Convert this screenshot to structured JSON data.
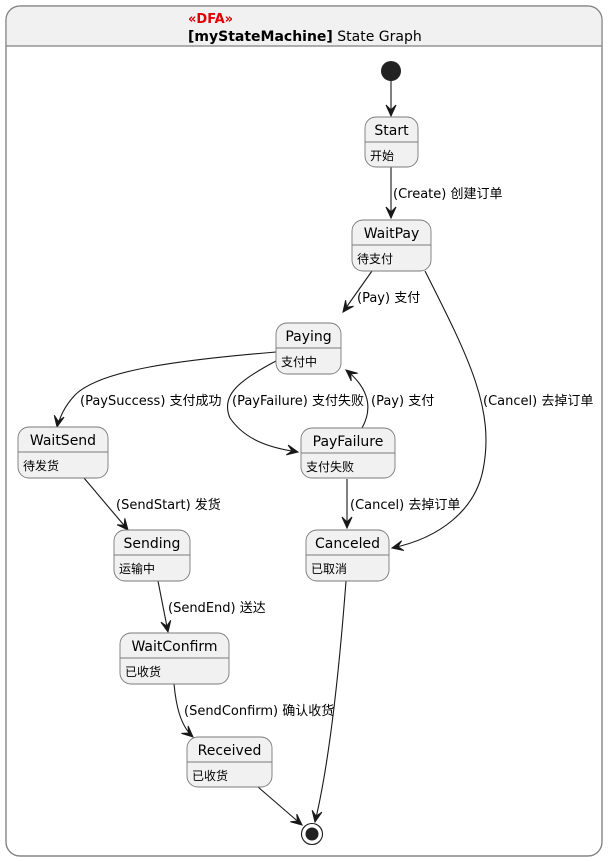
{
  "header": {
    "stereotype": "«DFA»",
    "machine_name": "[myStateMachine]",
    "title_suffix": " State Graph"
  },
  "colors": {
    "stereotype": "#e00000",
    "state_fill": "#f1f1f1",
    "header_fill": "#f1f1f1",
    "edge": "#181818",
    "border": "#818181"
  },
  "states": [
    {
      "id": "Start",
      "name": "Start",
      "desc": "开始"
    },
    {
      "id": "WaitPay",
      "name": "WaitPay",
      "desc": "待支付"
    },
    {
      "id": "Paying",
      "name": "Paying",
      "desc": "支付中"
    },
    {
      "id": "WaitSend",
      "name": "WaitSend",
      "desc": "待发货"
    },
    {
      "id": "PayFailure",
      "name": "PayFailure",
      "desc": "支付失败"
    },
    {
      "id": "Sending",
      "name": "Sending",
      "desc": "运输中"
    },
    {
      "id": "Canceled",
      "name": "Canceled",
      "desc": "已取消"
    },
    {
      "id": "WaitConfirm",
      "name": "WaitConfirm",
      "desc": "已收货"
    },
    {
      "id": "Received",
      "name": "Received",
      "desc": "已收货"
    }
  ],
  "transitions": [
    {
      "from": "[*]",
      "to": "Start",
      "label": ""
    },
    {
      "from": "Start",
      "to": "WaitPay",
      "label": "(Create) 创建订单"
    },
    {
      "from": "WaitPay",
      "to": "Paying",
      "label": "(Pay) 支付"
    },
    {
      "from": "WaitPay",
      "to": "Canceled",
      "label": "(Cancel) 去掉订单"
    },
    {
      "from": "Paying",
      "to": "WaitSend",
      "label": "(PaySuccess) 支付成功"
    },
    {
      "from": "Paying",
      "to": "PayFailure",
      "label": "(PayFailure) 支付失败"
    },
    {
      "from": "PayFailure",
      "to": "Paying",
      "label": "(Pay) 支付"
    },
    {
      "from": "PayFailure",
      "to": "Canceled",
      "label": "(Cancel) 去掉订单"
    },
    {
      "from": "WaitSend",
      "to": "Sending",
      "label": "(SendStart) 发货"
    },
    {
      "from": "Sending",
      "to": "WaitConfirm",
      "label": "(SendEnd) 送达"
    },
    {
      "from": "WaitConfirm",
      "to": "Received",
      "label": "(SendConfirm) 确认收货"
    },
    {
      "from": "Received",
      "to": "[*]",
      "label": ""
    },
    {
      "from": "Canceled",
      "to": "[*]",
      "label": ""
    }
  ]
}
